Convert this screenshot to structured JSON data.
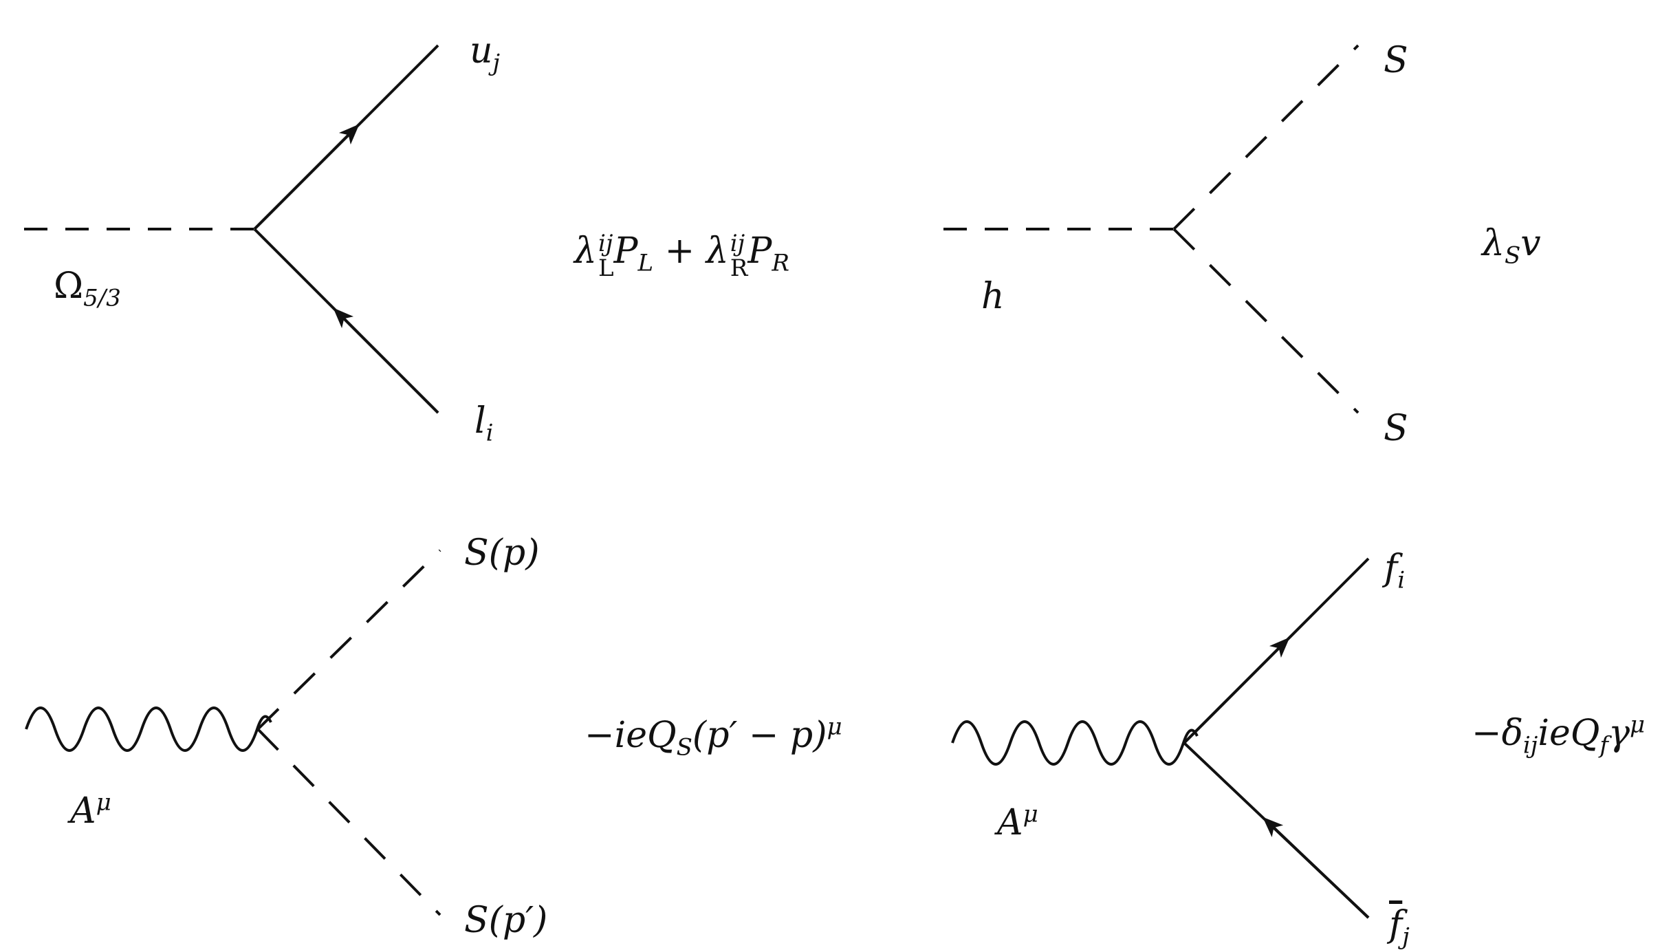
{
  "diagrams": [
    {
      "id": "omega-vertex",
      "incoming": {
        "base": "Ω",
        "sub": "5/3"
      },
      "outgoing_top": {
        "base": "u",
        "sub": "j"
      },
      "outgoing_bottom": {
        "base": "l",
        "sub": "i"
      },
      "coupling": {
        "sym1": "λ",
        "sup1": "ij",
        "sub1": "L",
        "mid1": "P",
        "mid1_sub": "L",
        "plus": " + ",
        "sym2": "λ",
        "sup2": "ij",
        "sub2": "R",
        "mid2": "P",
        "mid2_sub": "R"
      }
    },
    {
      "id": "higgs-vertex",
      "incoming": {
        "base": "h"
      },
      "outgoing_top": {
        "base": "S"
      },
      "outgoing_bottom": {
        "base": "S"
      },
      "coupling": {
        "sym": "λ",
        "sub": "S",
        "tail": "v"
      }
    },
    {
      "id": "photon-scalar-vertex",
      "incoming": {
        "base": "A",
        "sup": "μ"
      },
      "outgoing_top": {
        "text": "S(p)"
      },
      "outgoing_bottom": {
        "text": "S(p′)"
      },
      "coupling": {
        "pre": "−ieQ",
        "sub": "S",
        "post": "(p′ − p)",
        "sup": "μ"
      }
    },
    {
      "id": "photon-fermion-vertex",
      "incoming": {
        "base": "A",
        "sup": "μ"
      },
      "outgoing_top": {
        "base": "f",
        "sub": "i"
      },
      "outgoing_bottom": {
        "base": "f",
        "sub": "j"
      },
      "coupling": {
        "pre": "−δ",
        "sub1": "ij",
        "mid": "ieQ",
        "sub2": "f",
        "post": "γ",
        "sup": "μ"
      }
    }
  ]
}
